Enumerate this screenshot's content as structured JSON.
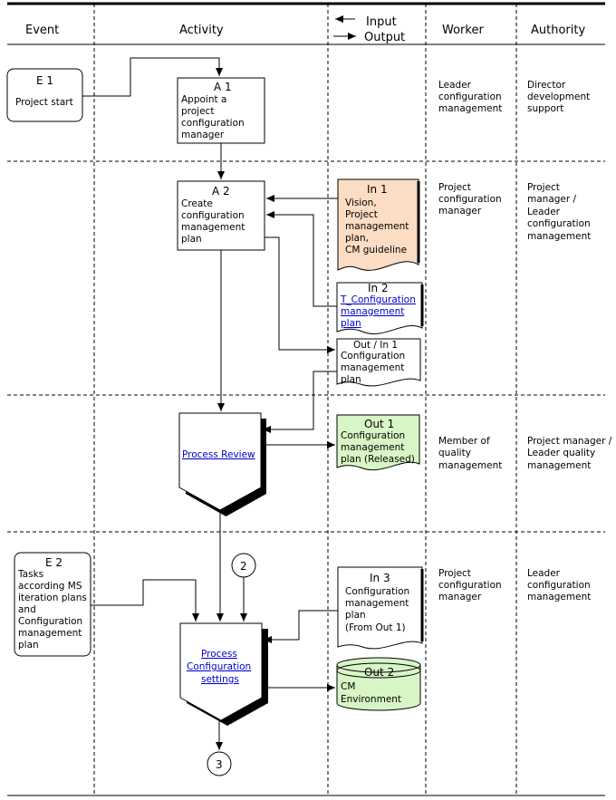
{
  "header": {
    "event": "Event",
    "activity": "Activity",
    "input": "Input",
    "output": "Output",
    "worker": "Worker",
    "authority": "Authority"
  },
  "events": {
    "e1": {
      "title": "E 1",
      "lines": [
        "Project start"
      ]
    },
    "e2": {
      "title": "E 2",
      "lines": [
        "Tasks",
        "according MS",
        "iteration plans",
        "and",
        "Configuration",
        "management",
        "plan"
      ]
    }
  },
  "activities": {
    "a1": {
      "title": "A 1",
      "lines": [
        "Appoint a",
        "project",
        "configuration",
        "manager"
      ]
    },
    "a2": {
      "title": "A 2",
      "lines": [
        "Create",
        "configuration",
        "management",
        "plan"
      ]
    },
    "review": {
      "lines": [
        "Process Review"
      ]
    },
    "settings": {
      "lines": [
        "Process",
        "Configuration",
        "settings"
      ]
    }
  },
  "documents": {
    "in1": {
      "title": "In 1",
      "lines": [
        "Vision,",
        "Project",
        "management",
        "plan,",
        "CM guideline"
      ],
      "fill": "#fcdcc2"
    },
    "in2": {
      "title": "In 2",
      "lines": [
        "T_Configuration",
        "management",
        "plan"
      ],
      "fill": "#ffffff"
    },
    "outin1": {
      "title": "Out  / In 1",
      "lines": [
        "Configuration",
        "management",
        "plan"
      ],
      "fill": "#ffffff"
    },
    "out1": {
      "title": "Out 1",
      "lines": [
        "Configuration",
        "management",
        "plan (Released)"
      ],
      "fill": "#d8f5c6"
    },
    "in3": {
      "title": "In 3",
      "lines": [
        "Configuration",
        "management",
        "plan",
        "(From Out 1)"
      ],
      "fill": "#ffffff"
    },
    "out2": {
      "title": "Out 2",
      "lines": [
        "CM",
        "Environment"
      ],
      "fill": "#d8f5c6"
    }
  },
  "connectors": {
    "c2": "2",
    "c3": "3"
  },
  "roles": [
    {
      "worker": [
        "Leader",
        "configuration",
        "management"
      ],
      "authority": [
        "Director",
        "development",
        "support"
      ]
    },
    {
      "worker": [
        "Project",
        "configuration",
        "manager"
      ],
      "authority": [
        "Project",
        "manager /",
        "Leader",
        "configuration",
        "management"
      ]
    },
    {
      "worker": [
        "Member of",
        "quality",
        "management"
      ],
      "authority": [
        "Project manager /",
        "Leader quality",
        "management"
      ]
    },
    {
      "worker": [
        "Project",
        "configuration",
        "manager"
      ],
      "authority": [
        "Leader",
        "configuration",
        "management"
      ]
    }
  ],
  "colors": {
    "in_doc": "#fcdcc2",
    "out_doc": "#d8f5c6",
    "link": "#0000cc"
  }
}
